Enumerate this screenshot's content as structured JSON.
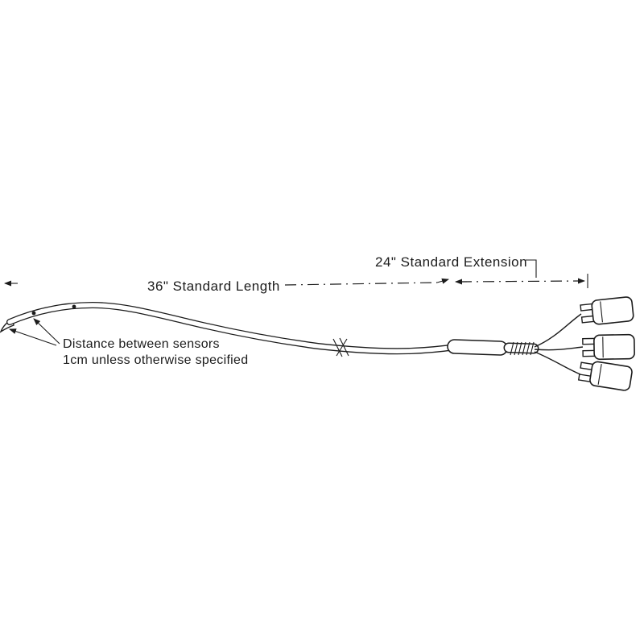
{
  "diagram": {
    "title_semantic": "multi-sensor thermocouple probe with extension leads and three connectors",
    "labels": {
      "standard_length": "36\" Standard Length",
      "standard_extension": "24\" Standard Extension",
      "sensor_note_line1": "Distance between sensors",
      "sensor_note_line2": "1cm unless otherwise specified"
    },
    "colors": {
      "line": "#1c1c1c",
      "background": "#ffffff"
    },
    "connector_count": 3,
    "sensor_dot_count": 2
  }
}
